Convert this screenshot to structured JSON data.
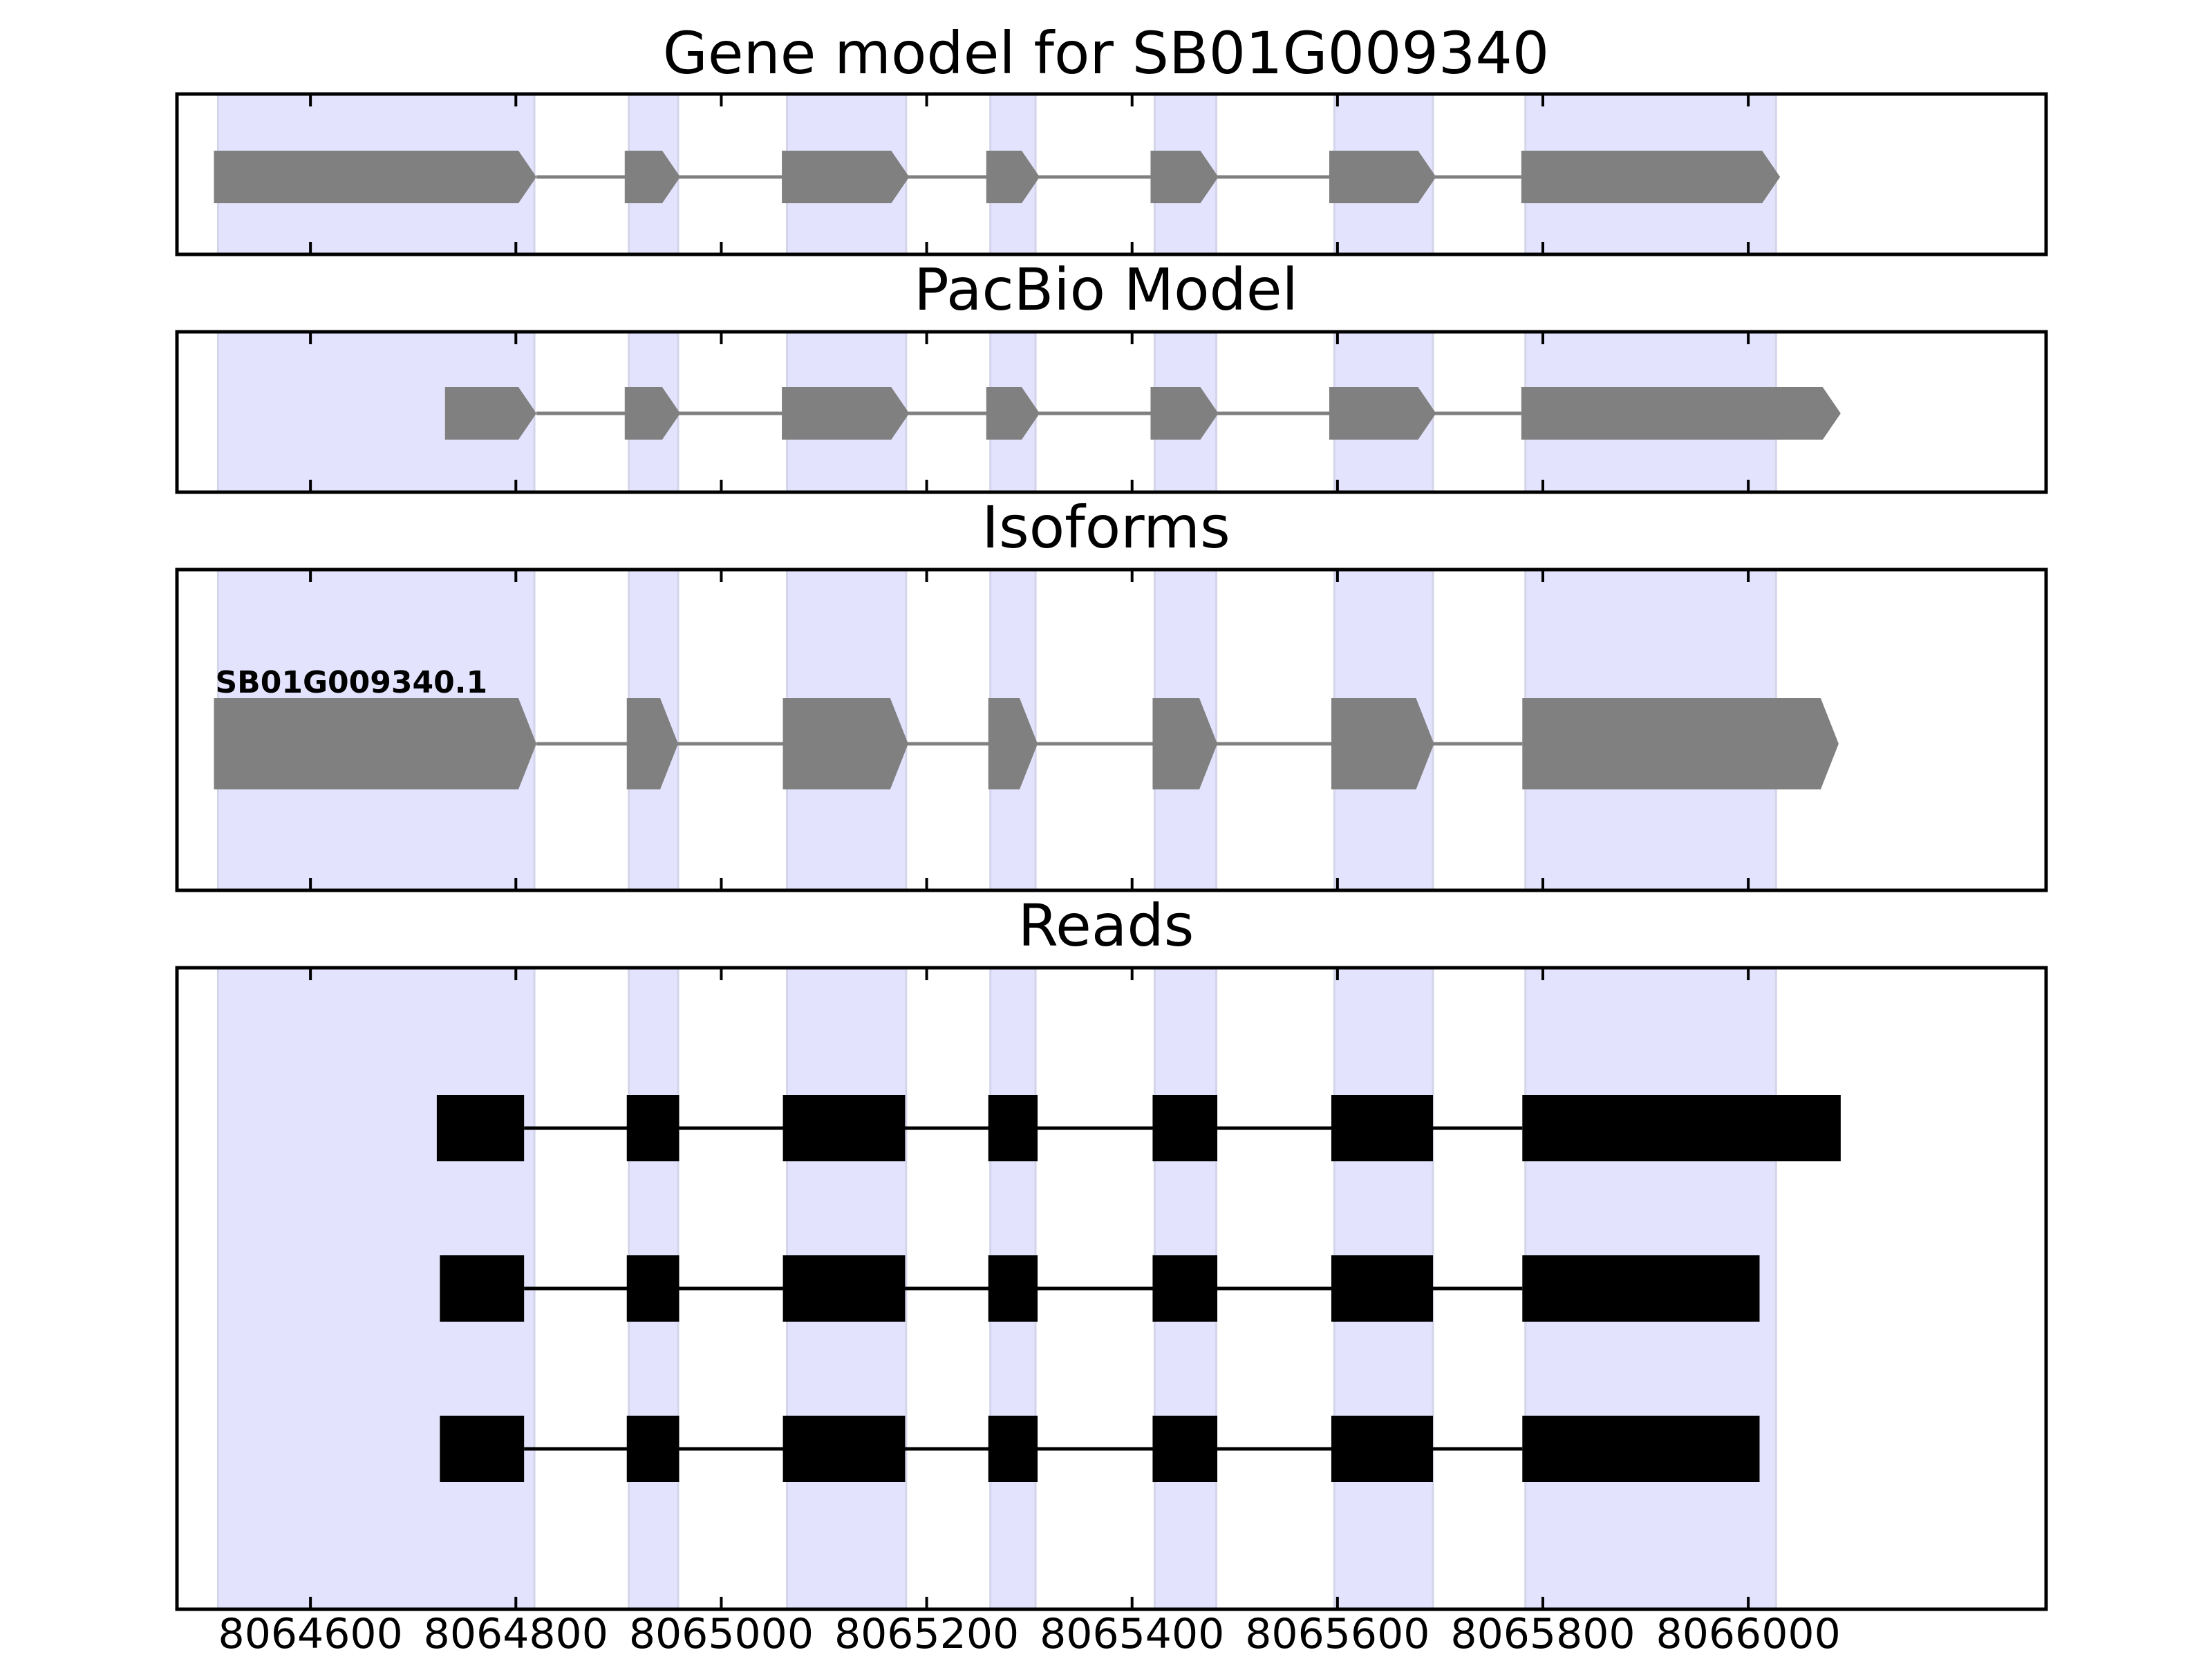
{
  "chart_data": {
    "type": "gene_track",
    "xlim": [
      8064470,
      8066290
    ],
    "xticks": [
      8064600,
      8064800,
      8065000,
      8065200,
      8065400,
      8065600,
      8065800,
      8066000
    ],
    "xtick_labels": [
      "8064600",
      "8064800",
      "8065000",
      "8065200",
      "8065400",
      "8065600",
      "8065800",
      "8066000"
    ],
    "exon_regions": [
      [
        8064510,
        8064818
      ],
      [
        8064910,
        8064958
      ],
      [
        8065064,
        8065180
      ],
      [
        8065262,
        8065306
      ],
      [
        8065422,
        8065482
      ],
      [
        8065597,
        8065693
      ],
      [
        8065783,
        8066027
      ]
    ],
    "colors": {
      "region_fill": "#e3e3fd",
      "region_edge": "#d4d4ea",
      "model": "#808080",
      "read": "#000000",
      "frame": "#000000"
    },
    "panels": [
      {
        "title": "Gene model for SB01G009340",
        "kind": "model",
        "strand": "+",
        "features": [
          {
            "label": "",
            "exons": [
              [
                8064506,
                8064820
              ],
              [
                8064906,
                8064960
              ],
              [
                8065059,
                8065183
              ],
              [
                8065258,
                8065310
              ],
              [
                8065418,
                8065484
              ],
              [
                8065592,
                8065696
              ],
              [
                8065779,
                8066031
              ]
            ]
          }
        ]
      },
      {
        "title": "PacBio Model",
        "kind": "model",
        "strand": "+",
        "features": [
          {
            "label": "",
            "exons": [
              [
                8064731,
                8064820
              ],
              [
                8064906,
                8064960
              ],
              [
                8065059,
                8065183
              ],
              [
                8065258,
                8065310
              ],
              [
                8065418,
                8065484
              ],
              [
                8065592,
                8065696
              ],
              [
                8065779,
                8066090
              ]
            ]
          }
        ]
      },
      {
        "title": "Isoforms",
        "kind": "model",
        "strand": "+",
        "features": [
          {
            "label": "SB01G009340.1",
            "exons": [
              [
                8064506,
                8064820
              ],
              [
                8064908,
                8064958
              ],
              [
                8065060,
                8065182
              ],
              [
                8065260,
                8065308
              ],
              [
                8065420,
                8065483
              ],
              [
                8065594,
                8065694
              ],
              [
                8065780,
                8066088
              ]
            ]
          }
        ]
      },
      {
        "title": "Reads",
        "kind": "reads",
        "strand": "+",
        "features": [
          {
            "label": "",
            "exons": [
              [
                8064723,
                8064808
              ],
              [
                8064908,
                8064959
              ],
              [
                8065060,
                8065179
              ],
              [
                8065260,
                8065308
              ],
              [
                8065420,
                8065483
              ],
              [
                8065594,
                8065693
              ],
              [
                8065780,
                8066090
              ]
            ]
          },
          {
            "label": "",
            "exons": [
              [
                8064726,
                8064808
              ],
              [
                8064908,
                8064959
              ],
              [
                8065060,
                8065179
              ],
              [
                8065260,
                8065308
              ],
              [
                8065420,
                8065483
              ],
              [
                8065594,
                8065693
              ],
              [
                8065780,
                8066011
              ]
            ]
          },
          {
            "label": "",
            "exons": [
              [
                8064726,
                8064808
              ],
              [
                8064908,
                8064959
              ],
              [
                8065060,
                8065179
              ],
              [
                8065260,
                8065308
              ],
              [
                8065420,
                8065483
              ],
              [
                8065594,
                8065693
              ],
              [
                8065780,
                8066011
              ]
            ]
          }
        ]
      }
    ]
  }
}
